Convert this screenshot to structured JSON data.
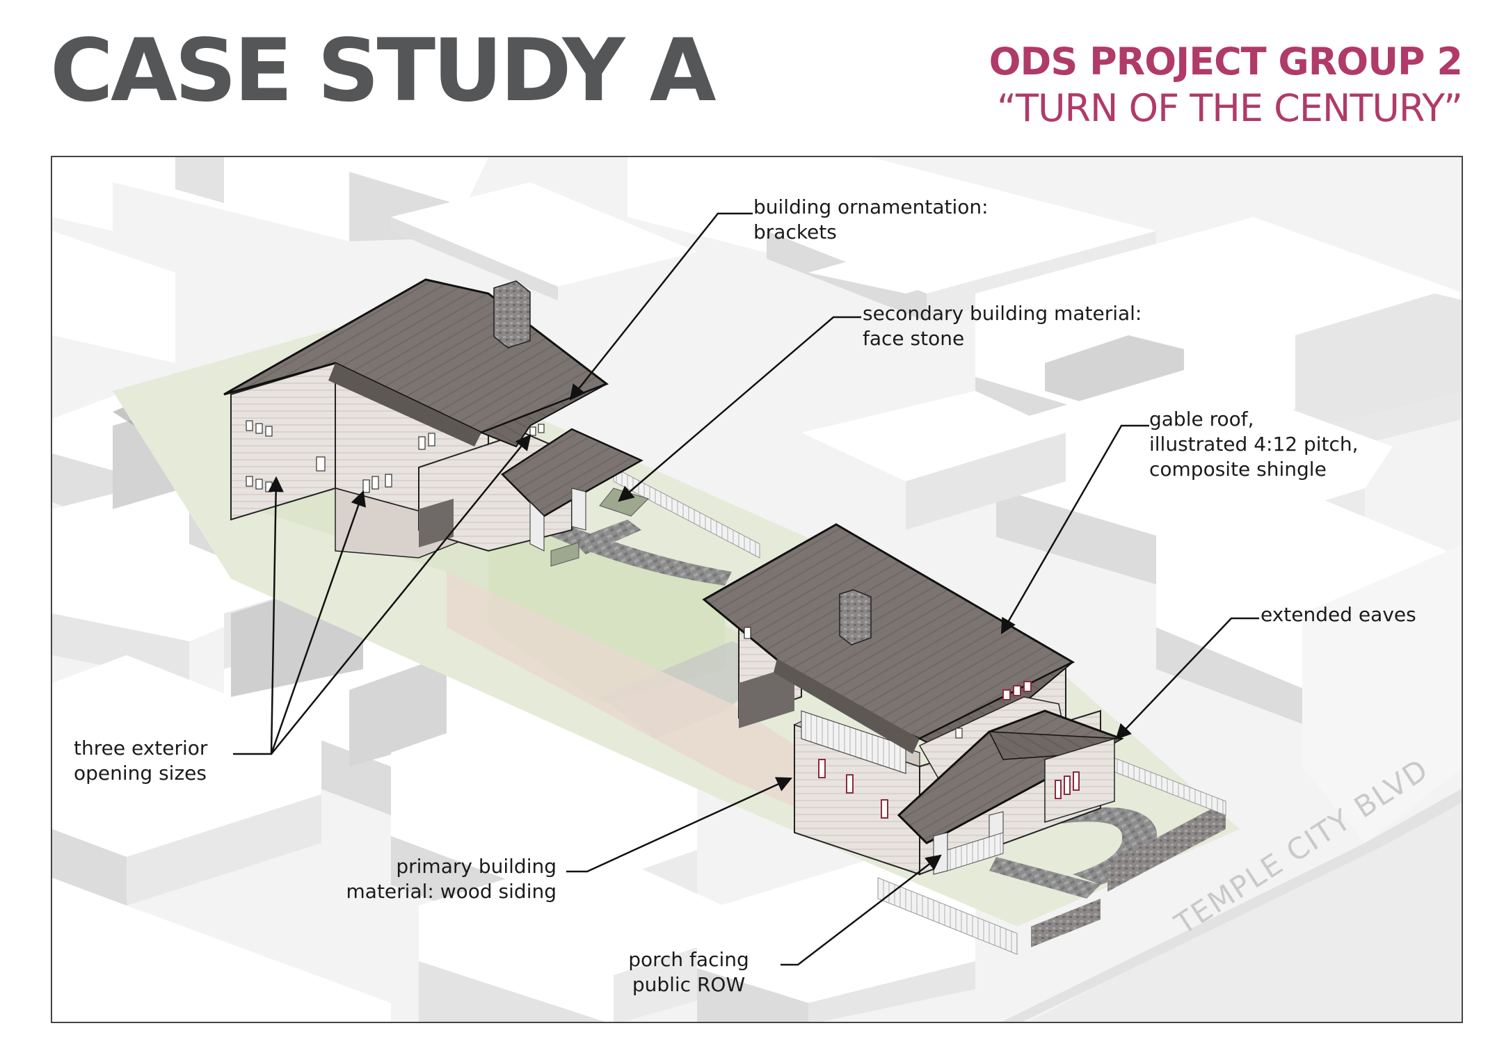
{
  "header": {
    "title": "CASE STUDY A",
    "group": "ODS PROJECT GROUP 2",
    "subtitle": "“TURN OF THE CENTURY”"
  },
  "colors": {
    "title": "#555658",
    "accent": "#b03a68",
    "roof": "#7b7471",
    "siding": "#e6e1dc",
    "lawn": "#dde8cc",
    "paving": "#8a8a8a",
    "context_massing": "#ffffff"
  },
  "callouts": {
    "brackets": "building ornamentation:\nbrackets",
    "face_stone": "secondary building material:\nface stone",
    "gable_roof": "gable roof,\nillustrated 4:12 pitch,\ncomposite shingle",
    "eaves": "extended eaves",
    "openings": "three exterior\nopening sizes",
    "wood_siding": "primary building\nmaterial: wood siding",
    "porch": "porch facing\npublic ROW"
  },
  "street_label": "TEMPLE CITY BLVD"
}
